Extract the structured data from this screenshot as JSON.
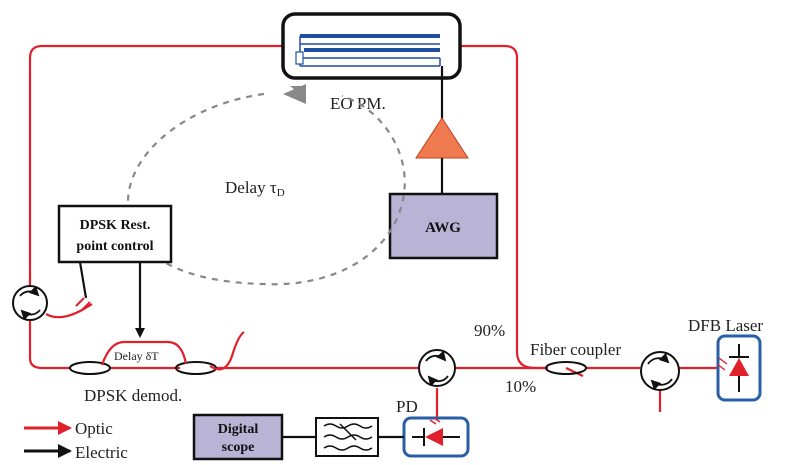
{
  "labels": {
    "eo_pm": "EO PM.",
    "delay_tau": "Delay τ",
    "delay_tau_sub": "D",
    "awg": "AWG",
    "dpsk_rest_line1": "DPSK Rest.",
    "dpsk_rest_line2": "point control",
    "delay_dt": "Delay δT",
    "dpsk_demod": "DPSK demod.",
    "pct_90": "90%",
    "pct_10": "10%",
    "fiber_coupler": "Fiber coupler",
    "dfb_laser": "DFB Laser",
    "pd": "PD",
    "digital_scope_line1": "Digital",
    "digital_scope_line2": "scope"
  },
  "legend": {
    "optic": "Optic",
    "electric": "Electric"
  },
  "colors": {
    "optic": "#e0202a",
    "electric": "#111111",
    "box_fill": "#b9b3d6",
    "device_border": "#2a5fa8",
    "amplifier": "#f07a50",
    "modulator_line": "#1f4fa0"
  },
  "icons": {
    "circulator": "circulator-icon",
    "photodiode": "photodiode-icon",
    "laser": "laser-diode-icon",
    "filter": "filter-icon",
    "amplifier": "amplifier-triangle-icon"
  }
}
